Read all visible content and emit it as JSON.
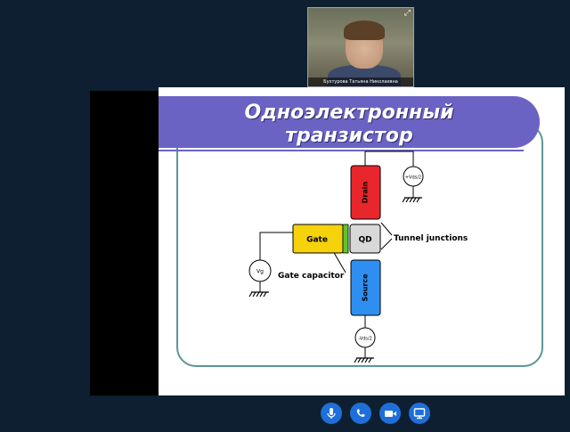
{
  "webcam": {
    "participant_name": "Бухтурова Татьяна Николаевна",
    "expand_icon": "expand-icon"
  },
  "slide": {
    "title_line1": "Одноэлектронный",
    "title_line2": "транзистор",
    "diagram": {
      "drain_label": "Drain",
      "source_label": "Source",
      "gate_label": "Gate",
      "qd_label": "QD",
      "tunnel_junctions_label": "Tunnel junctions",
      "gate_capacitor_label": "Gate capacitor",
      "vg_label": "Vg",
      "vds_plus_label": "+Vds/2",
      "vds_minus_label": "-Vds/2",
      "colors": {
        "drain": "#e8262b",
        "source": "#2f8ff0",
        "gate": "#f5d20a",
        "gate_capacitor": "#5cc72a",
        "qd": "#d8d8d8"
      }
    }
  },
  "controls": [
    {
      "name": "microphone-button",
      "icon": "microphone-icon"
    },
    {
      "name": "end-call-button",
      "icon": "phone-icon"
    },
    {
      "name": "camera-button",
      "icon": "camera-icon"
    },
    {
      "name": "screen-share-button",
      "icon": "monitor-icon"
    }
  ]
}
